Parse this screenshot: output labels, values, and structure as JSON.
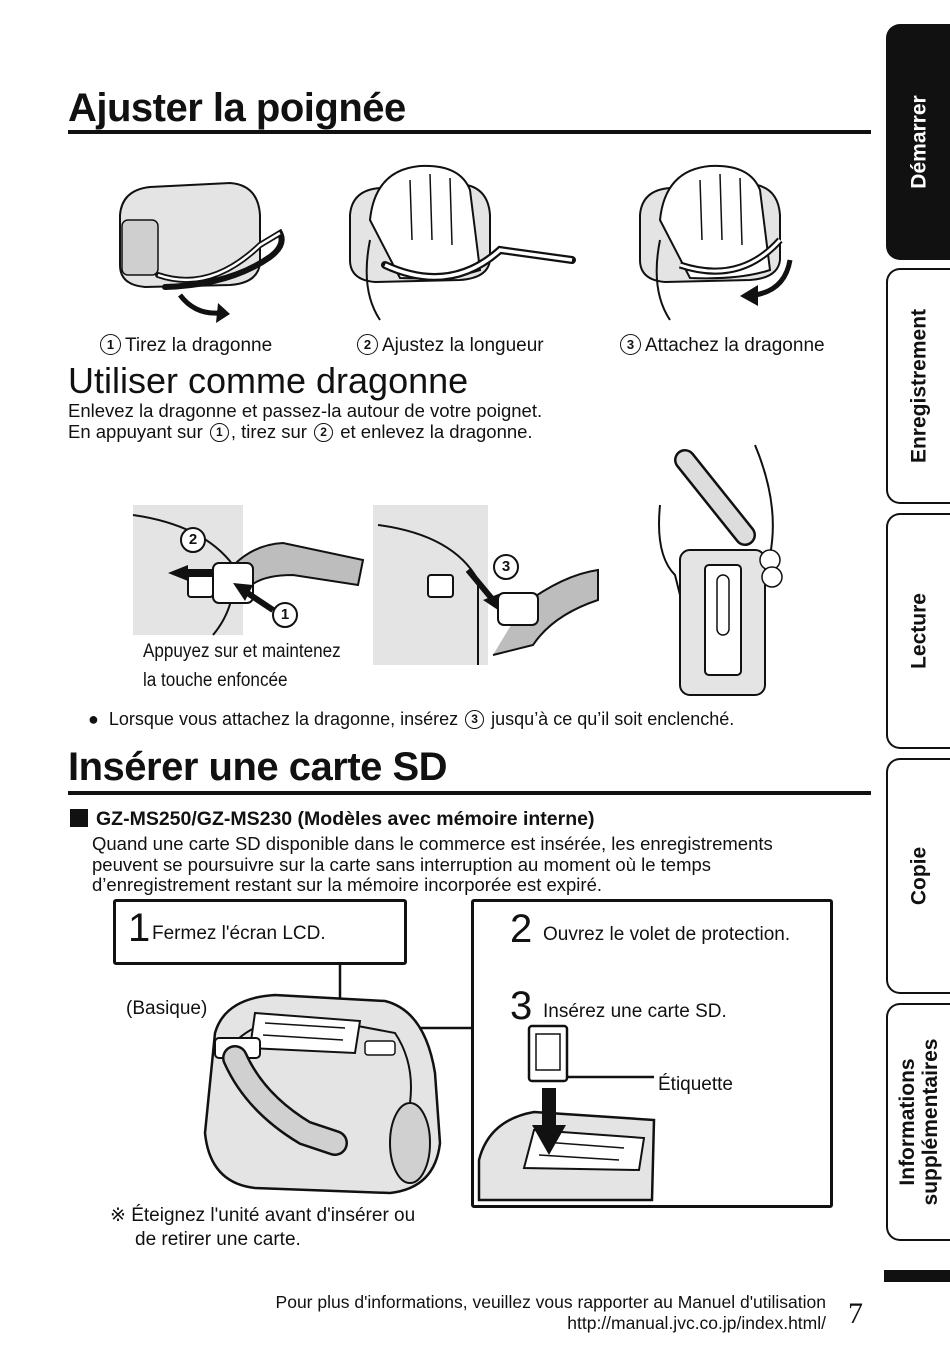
{
  "section1": {
    "title": "Ajuster la poignée",
    "steps": [
      {
        "num": "1",
        "label": "Tirez la dragonne"
      },
      {
        "num": "2",
        "label": "Ajustez la longueur"
      },
      {
        "num": "3",
        "label": "Attachez la dragonne"
      }
    ]
  },
  "section2": {
    "title": "Utiliser comme dragonne",
    "line1": "Enlevez la dragonne et passez-la autour de votre poignet.",
    "line2_a": "En appuyant sur",
    "line2_n1": "1",
    "line2_b": ", tirez sur",
    "line2_n2": "2",
    "line2_c": "et enlevez la dragonne.",
    "fig_labels": [
      "2",
      "1",
      "3"
    ],
    "press_note_1": "Appuyez sur et maintenez",
    "press_note_2": "la touche enfoncée",
    "bullet_a": "Lorsque vous attachez la dragonne, insérez",
    "bullet_n": "3",
    "bullet_b": "jusqu’à ce qu’il soit enclenché."
  },
  "section3": {
    "title": "Insérer une carte SD",
    "model_heading": "GZ-MS250/GZ-MS230 (Modèles avec mémoire interne)",
    "desc_1": "Quand une carte SD disponible dans le commerce est insérée, les enregistrements",
    "desc_2": "peuvent se poursuivre sur la carte sans interruption au moment où le temps",
    "desc_3": "d’enregistrement restant sur la mémoire incorporée est expiré.",
    "step1_num": "1",
    "step1_text": "Fermez l'écran LCD.",
    "basic_label": "(Basique)",
    "step2_num": "2",
    "step2_text": "Ouvrez le volet de protection.",
    "step3_num": "3",
    "step3_text": "Insérez une carte SD.",
    "label_tag": "Étiquette",
    "note_mark": "※",
    "note_1": "Éteignez l'unité avant d'insérer ou",
    "note_2": "de retirer une carte."
  },
  "footer": {
    "line1": "Pour plus d'informations, veuillez vous rapporter au Manuel d'utilisation",
    "line2": "http://manual.jvc.co.jp/index.html/",
    "page": "7"
  },
  "tabs": [
    {
      "label": "Démarrer",
      "active": true
    },
    {
      "label": "Enregistrement",
      "active": false
    },
    {
      "label": "Lecture",
      "active": false
    },
    {
      "label": "Copie",
      "active": false
    },
    {
      "label": "Informations supplémentaires",
      "active": false
    }
  ],
  "colors": {
    "ink": "#111111",
    "gray": "#d8d8d8",
    "darkgray": "#8a8a8a"
  }
}
